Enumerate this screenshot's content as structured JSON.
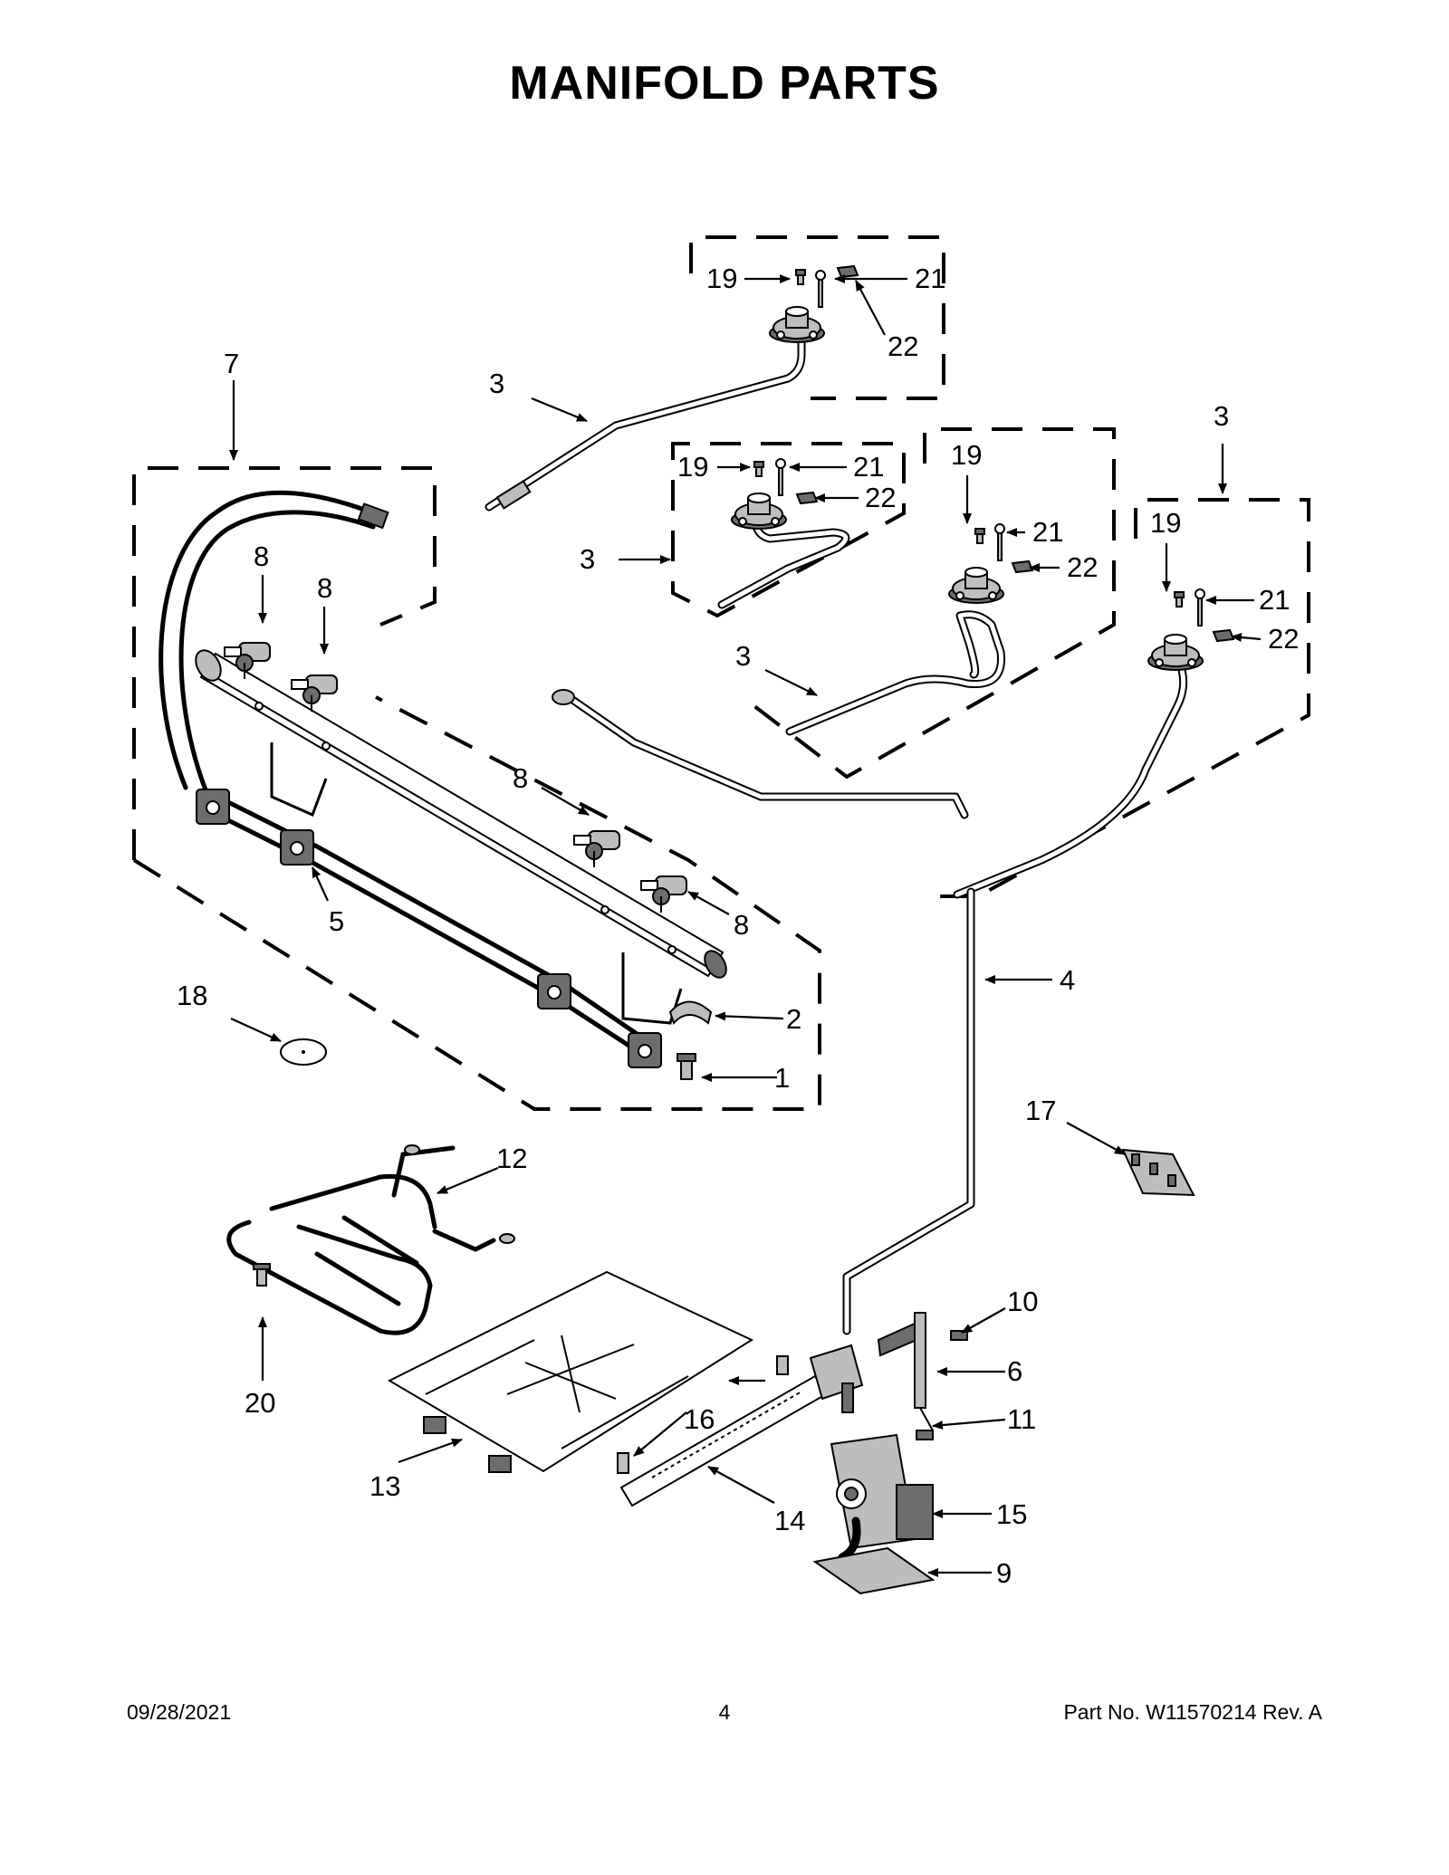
{
  "title": "MANIFOLD PARTS",
  "footer": {
    "date": "09/28/2021",
    "page": "4",
    "part_no": "Part No.  W11570214  Rev.  A"
  },
  "callouts": {
    "c1": "1",
    "c2": "2",
    "c3a": "3",
    "c3b": "3",
    "c3c": "3",
    "c3d": "3",
    "c4": "4",
    "c5": "5",
    "c6": "6",
    "c7": "7",
    "c8a": "8",
    "c8b": "8",
    "c8c": "8",
    "c8d": "8",
    "c9": "9",
    "c10": "10",
    "c11": "11",
    "c12": "12",
    "c13": "13",
    "c14": "14",
    "c15": "15",
    "c16": "16",
    "c17": "17",
    "c18": "18",
    "c19a": "19",
    "c19b": "19",
    "c19c": "19",
    "c19d": "19",
    "c20": "20",
    "c21a": "21",
    "c21b": "21",
    "c21c": "21",
    "c21d": "21",
    "c22a": "22",
    "c22b": "22",
    "c22c": "22",
    "c22d": "22"
  }
}
